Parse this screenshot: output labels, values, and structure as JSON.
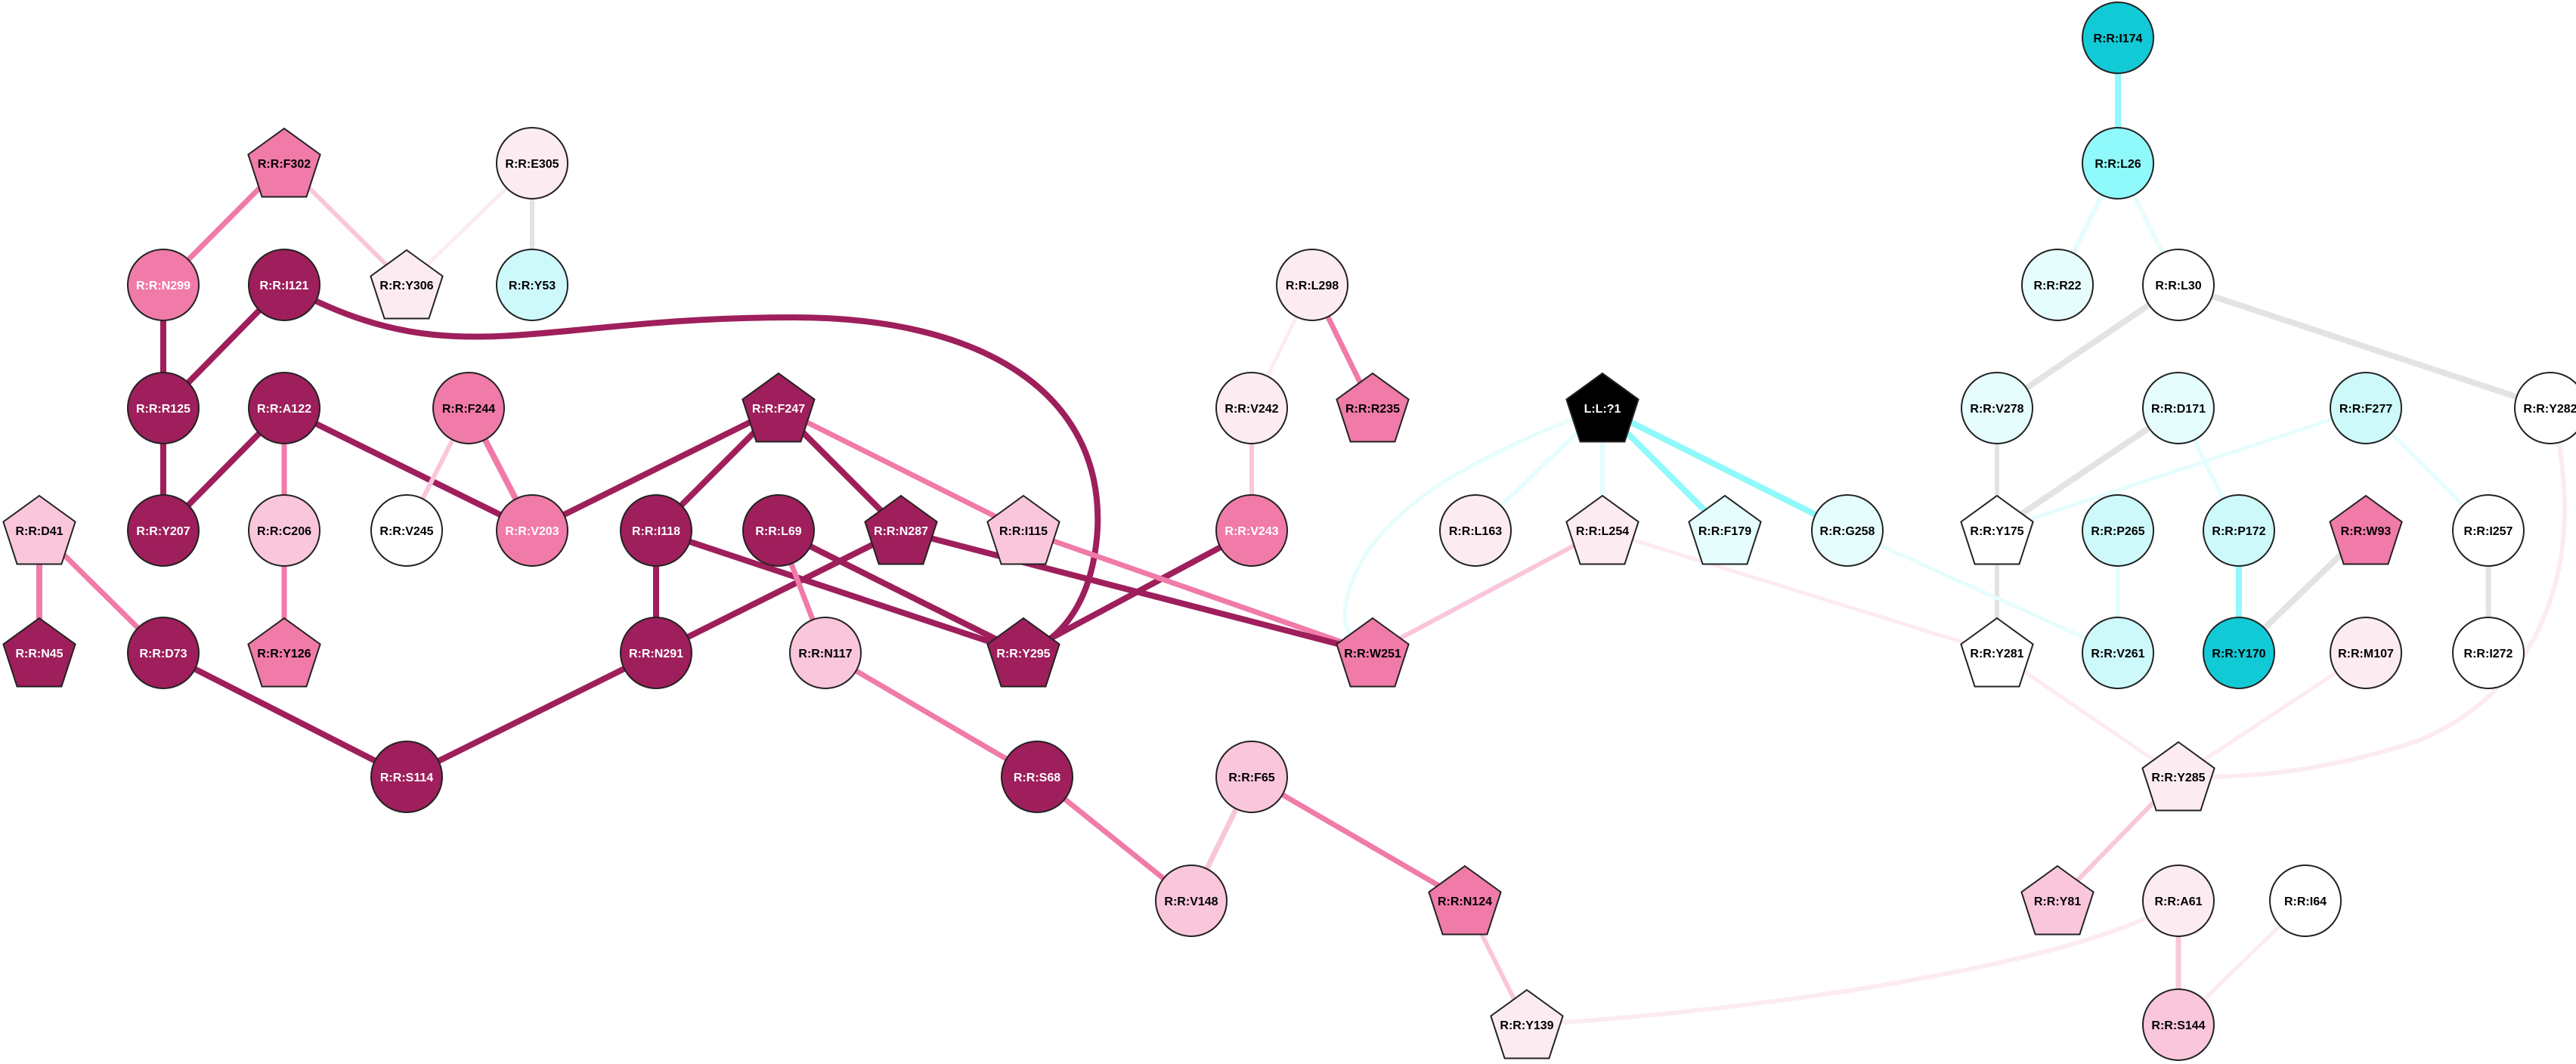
{
  "colors": {
    "magenta_dark": "#9e1f5b",
    "magenta_mid": "#f07aa8",
    "pink_light": "#f9c6db",
    "pink_pale": "#fdebf2",
    "white": "#ffffff",
    "cyan_pale": "#e6fdfd",
    "cyan_light": "#cdf9fb",
    "cyan_mid": "#8ff9fb",
    "cyan_dark": "#12c9d6",
    "black": "#000000",
    "edge_grey": "#e3e3e3"
  },
  "nodes": [
    {
      "id": "I174",
      "label": "R:R:I174",
      "shape": "circle",
      "color": "cyan_dark",
      "text": "black"
    },
    {
      "id": "L26",
      "label": "R:R:L26",
      "shape": "circle",
      "color": "cyan_mid",
      "text": "black"
    },
    {
      "id": "R22",
      "label": "R:R:R22",
      "shape": "circle",
      "color": "cyan_pale",
      "text": "black"
    },
    {
      "id": "L30",
      "label": "R:R:L30",
      "shape": "circle",
      "color": "white",
      "text": "black"
    },
    {
      "id": "V278",
      "label": "R:R:V278",
      "shape": "circle",
      "color": "cyan_pale",
      "text": "black"
    },
    {
      "id": "D171",
      "label": "R:R:D171",
      "shape": "circle",
      "color": "cyan_pale",
      "text": "black"
    },
    {
      "id": "F277",
      "label": "R:R:F277",
      "shape": "circle",
      "color": "cyan_light",
      "text": "black"
    },
    {
      "id": "Y282",
      "label": "R:R:Y282",
      "shape": "circle",
      "color": "white",
      "text": "black"
    },
    {
      "id": "Y175",
      "label": "R:R:Y175",
      "shape": "pentagon",
      "color": "white",
      "text": "black"
    },
    {
      "id": "P265",
      "label": "R:R:P265",
      "shape": "circle",
      "color": "cyan_light",
      "text": "black"
    },
    {
      "id": "P172",
      "label": "R:R:P172",
      "shape": "circle",
      "color": "cyan_light",
      "text": "black"
    },
    {
      "id": "W93",
      "label": "R:R:W93",
      "shape": "pentagon",
      "color": "magenta_mid",
      "text": "black"
    },
    {
      "id": "I257",
      "label": "R:R:I257",
      "shape": "circle",
      "color": "white",
      "text": "black"
    },
    {
      "id": "Y281",
      "label": "R:R:Y281",
      "shape": "pentagon",
      "color": "white",
      "text": "black"
    },
    {
      "id": "V261",
      "label": "R:R:V261",
      "shape": "circle",
      "color": "cyan_light",
      "text": "black"
    },
    {
      "id": "Y170",
      "label": "R:R:Y170",
      "shape": "circle",
      "color": "cyan_dark",
      "text": "black"
    },
    {
      "id": "M107",
      "label": "R:R:M107",
      "shape": "circle",
      "color": "pink_pale",
      "text": "black"
    },
    {
      "id": "I272",
      "label": "R:R:I272",
      "shape": "circle",
      "color": "white",
      "text": "black"
    },
    {
      "id": "Y285",
      "label": "R:R:Y285",
      "shape": "pentagon",
      "color": "pink_pale",
      "text": "black"
    },
    {
      "id": "Y81",
      "label": "R:R:Y81",
      "shape": "pentagon",
      "color": "pink_light",
      "text": "black"
    },
    {
      "id": "A61",
      "label": "R:R:A61",
      "shape": "circle",
      "color": "pink_pale",
      "text": "black"
    },
    {
      "id": "I64",
      "label": "R:R:I64",
      "shape": "circle",
      "color": "white",
      "text": "black"
    },
    {
      "id": "S144",
      "label": "R:R:S144",
      "shape": "circle",
      "color": "pink_light",
      "text": "black"
    },
    {
      "id": "L1",
      "label": "L:L:?1",
      "shape": "pentagon",
      "color": "black",
      "text": "white"
    },
    {
      "id": "L163",
      "label": "R:R:L163",
      "shape": "circle",
      "color": "pink_pale",
      "text": "black"
    },
    {
      "id": "L254",
      "label": "R:R:L254",
      "shape": "pentagon",
      "color": "pink_pale",
      "text": "black"
    },
    {
      "id": "F179",
      "label": "R:R:F179",
      "shape": "pentagon",
      "color": "cyan_pale",
      "text": "black"
    },
    {
      "id": "G258",
      "label": "R:R:G258",
      "shape": "circle",
      "color": "cyan_pale",
      "text": "black"
    },
    {
      "id": "L298",
      "label": "R:R:L298",
      "shape": "circle",
      "color": "pink_pale",
      "text": "black"
    },
    {
      "id": "V242",
      "label": "R:R:V242",
      "shape": "circle",
      "color": "pink_pale",
      "text": "black"
    },
    {
      "id": "R235",
      "label": "R:R:R235",
      "shape": "pentagon",
      "color": "magenta_mid",
      "text": "black"
    },
    {
      "id": "V243",
      "label": "R:R:V243",
      "shape": "circle",
      "color": "magenta_mid",
      "text": "white"
    },
    {
      "id": "W251",
      "label": "R:R:W251",
      "shape": "pentagon",
      "color": "magenta_mid",
      "text": "black"
    },
    {
      "id": "F65",
      "label": "R:R:F65",
      "shape": "circle",
      "color": "pink_light",
      "text": "black"
    },
    {
      "id": "V148",
      "label": "R:R:V148",
      "shape": "circle",
      "color": "pink_light",
      "text": "black"
    },
    {
      "id": "N124",
      "label": "R:R:N124",
      "shape": "pentagon",
      "color": "magenta_mid",
      "text": "black"
    },
    {
      "id": "Y139",
      "label": "R:R:Y139",
      "shape": "pentagon",
      "color": "pink_pale",
      "text": "black"
    },
    {
      "id": "F302",
      "label": "R:R:F302",
      "shape": "pentagon",
      "color": "magenta_mid",
      "text": "black"
    },
    {
      "id": "E305",
      "label": "R:R:E305",
      "shape": "circle",
      "color": "pink_pale",
      "text": "black"
    },
    {
      "id": "N299",
      "label": "R:R:N299",
      "shape": "circle",
      "color": "magenta_mid",
      "text": "white"
    },
    {
      "id": "I121",
      "label": "R:R:I121",
      "shape": "circle",
      "color": "magenta_dark",
      "text": "white"
    },
    {
      "id": "Y306",
      "label": "R:R:Y306",
      "shape": "pentagon",
      "color": "pink_pale",
      "text": "black"
    },
    {
      "id": "Y53",
      "label": "R:R:Y53",
      "shape": "circle",
      "color": "cyan_light",
      "text": "black"
    },
    {
      "id": "R125",
      "label": "R:R:R125",
      "shape": "circle",
      "color": "magenta_dark",
      "text": "white"
    },
    {
      "id": "A122",
      "label": "R:R:A122",
      "shape": "circle",
      "color": "magenta_dark",
      "text": "white"
    },
    {
      "id": "F244",
      "label": "R:R:F244",
      "shape": "circle",
      "color": "magenta_mid",
      "text": "black"
    },
    {
      "id": "F247",
      "label": "R:R:F247",
      "shape": "pentagon",
      "color": "magenta_dark",
      "text": "white"
    },
    {
      "id": "D41",
      "label": "R:R:D41",
      "shape": "pentagon",
      "color": "pink_light",
      "text": "black"
    },
    {
      "id": "Y207",
      "label": "R:R:Y207",
      "shape": "circle",
      "color": "magenta_dark",
      "text": "white"
    },
    {
      "id": "C206",
      "label": "R:R:C206",
      "shape": "circle",
      "color": "pink_light",
      "text": "black"
    },
    {
      "id": "V245",
      "label": "R:R:V245",
      "shape": "circle",
      "color": "white",
      "text": "black"
    },
    {
      "id": "V203",
      "label": "R:R:V203",
      "shape": "circle",
      "color": "magenta_mid",
      "text": "white"
    },
    {
      "id": "I118",
      "label": "R:R:I118",
      "shape": "circle",
      "color": "magenta_dark",
      "text": "white"
    },
    {
      "id": "L69",
      "label": "R:R:L69",
      "shape": "circle",
      "color": "magenta_dark",
      "text": "white"
    },
    {
      "id": "N287",
      "label": "R:R:N287",
      "shape": "pentagon",
      "color": "magenta_dark",
      "text": "white"
    },
    {
      "id": "I115",
      "label": "R:R:I115",
      "shape": "pentagon",
      "color": "pink_light",
      "text": "black"
    },
    {
      "id": "N45",
      "label": "R:R:N45",
      "shape": "pentagon",
      "color": "magenta_dark",
      "text": "white"
    },
    {
      "id": "D73",
      "label": "R:R:D73",
      "shape": "circle",
      "color": "magenta_dark",
      "text": "white"
    },
    {
      "id": "Y126",
      "label": "R:R:Y126",
      "shape": "pentagon",
      "color": "magenta_mid",
      "text": "black"
    },
    {
      "id": "N291",
      "label": "R:R:N291",
      "shape": "circle",
      "color": "magenta_dark",
      "text": "white"
    },
    {
      "id": "N117",
      "label": "R:R:N117",
      "shape": "circle",
      "color": "pink_light",
      "text": "black"
    },
    {
      "id": "Y295",
      "label": "R:R:Y295",
      "shape": "pentagon",
      "color": "magenta_dark",
      "text": "white"
    },
    {
      "id": "S114",
      "label": "R:R:S114",
      "shape": "circle",
      "color": "magenta_dark",
      "text": "white"
    },
    {
      "id": "S68",
      "label": "R:R:S68",
      "shape": "circle",
      "color": "magenta_dark",
      "text": "white"
    }
  ],
  "edges": [
    {
      "a": "I174",
      "b": "L26",
      "color": "cyan_mid",
      "w": 8
    },
    {
      "a": "L26",
      "b": "R22",
      "color": "cyan_pale",
      "w": 6
    },
    {
      "a": "L26",
      "b": "L30",
      "color": "cyan_pale",
      "w": 5
    },
    {
      "a": "L30",
      "b": "V278",
      "color": "edge_grey",
      "w": 8
    },
    {
      "a": "L30",
      "b": "Y282",
      "color": "edge_grey",
      "w": 8
    },
    {
      "a": "V278",
      "b": "Y175",
      "color": "edge_grey",
      "w": 6
    },
    {
      "a": "D171",
      "b": "Y175",
      "color": "edge_grey",
      "w": 8
    },
    {
      "a": "F277",
      "b": "Y175",
      "color": "cyan_pale",
      "w": 5
    },
    {
      "a": "F277",
      "b": "I257",
      "color": "cyan_pale",
      "w": 5
    },
    {
      "a": "D171",
      "b": "P172",
      "color": "cyan_pale",
      "w": 6
    },
    {
      "a": "P172",
      "b": "Y170",
      "color": "cyan_mid",
      "w": 8
    },
    {
      "a": "W93",
      "b": "Y170",
      "color": "edge_grey",
      "w": 8
    },
    {
      "a": "I257",
      "b": "I272",
      "color": "edge_grey",
      "w": 7
    },
    {
      "a": "Y175",
      "b": "Y281",
      "color": "edge_grey",
      "w": 6
    },
    {
      "a": "P265",
      "b": "V261",
      "color": "cyan_pale",
      "w": 6
    },
    {
      "a": "G258",
      "b": "V261",
      "color": "cyan_pale",
      "w": 5
    },
    {
      "a": "Y281",
      "b": "Y285",
      "color": "pink_pale",
      "w": 5
    },
    {
      "a": "M107",
      "b": "Y285",
      "color": "pink_pale",
      "w": 5
    },
    {
      "a": "Y285",
      "b": "Y81",
      "color": "pink_light",
      "w": 6
    },
    {
      "a": "A61",
      "b": "S144",
      "color": "pink_light",
      "w": 7
    },
    {
      "a": "I64",
      "b": "S144",
      "color": "pink_pale",
      "w": 5
    },
    {
      "a": "L1",
      "b": "L163",
      "color": "cyan_pale",
      "w": 6
    },
    {
      "a": "L1",
      "b": "L254",
      "color": "cyan_pale",
      "w": 7
    },
    {
      "a": "L1",
      "b": "F179",
      "color": "cyan_mid",
      "w": 8
    },
    {
      "a": "L1",
      "b": "G258",
      "color": "cyan_mid",
      "w": 8
    },
    {
      "a": "L254",
      "b": "W251",
      "color": "pink_light",
      "w": 6
    },
    {
      "a": "L254",
      "b": "Y281",
      "color": "pink_pale",
      "w": 5
    },
    {
      "a": "L298",
      "b": "V242",
      "color": "pink_pale",
      "w": 5
    },
    {
      "a": "L298",
      "b": "R235",
      "color": "magenta_mid",
      "w": 7
    },
    {
      "a": "V242",
      "b": "V243",
      "color": "pink_light",
      "w": 6
    },
    {
      "a": "V243",
      "b": "Y295",
      "color": "magenta_dark",
      "w": 8
    },
    {
      "a": "F65",
      "b": "V148",
      "color": "pink_light",
      "w": 7
    },
    {
      "a": "F65",
      "b": "N124",
      "color": "magenta_mid",
      "w": 7
    },
    {
      "a": "N124",
      "b": "Y139",
      "color": "pink_light",
      "w": 6
    },
    {
      "a": "F302",
      "b": "N299",
      "color": "magenta_mid",
      "w": 7
    },
    {
      "a": "F302",
      "b": "Y306",
      "color": "pink_light",
      "w": 6
    },
    {
      "a": "E305",
      "b": "Y306",
      "color": "pink_pale",
      "w": 5
    },
    {
      "a": "E305",
      "b": "Y53",
      "color": "edge_grey",
      "w": 6
    },
    {
      "a": "N299",
      "b": "R125",
      "color": "magenta_dark",
      "w": 8
    },
    {
      "a": "I121",
      "b": "R125",
      "color": "magenta_dark",
      "w": 8
    },
    {
      "a": "R125",
      "b": "Y207",
      "color": "magenta_dark",
      "w": 8
    },
    {
      "a": "A122",
      "b": "Y207",
      "color": "magenta_dark",
      "w": 8
    },
    {
      "a": "A122",
      "b": "C206",
      "color": "magenta_mid",
      "w": 7
    },
    {
      "a": "A122",
      "b": "V203",
      "color": "magenta_dark",
      "w": 8
    },
    {
      "a": "C206",
      "b": "Y126",
      "color": "magenta_mid",
      "w": 7
    },
    {
      "a": "F244",
      "b": "V245",
      "color": "pink_light",
      "w": 6
    },
    {
      "a": "F244",
      "b": "V203",
      "color": "magenta_mid",
      "w": 8
    },
    {
      "a": "F247",
      "b": "V203",
      "color": "magenta_dark",
      "w": 8
    },
    {
      "a": "F247",
      "b": "I118",
      "color": "magenta_dark",
      "w": 8
    },
    {
      "a": "F247",
      "b": "N287",
      "color": "magenta_dark",
      "w": 8
    },
    {
      "a": "F247",
      "b": "I115",
      "color": "magenta_mid",
      "w": 7
    },
    {
      "a": "I115",
      "b": "W251",
      "color": "magenta_mid",
      "w": 7
    },
    {
      "a": "N287",
      "b": "W251",
      "color": "magenta_dark",
      "w": 8
    },
    {
      "a": "N287",
      "b": "N291",
      "color": "magenta_dark",
      "w": 8
    },
    {
      "a": "I118",
      "b": "N291",
      "color": "magenta_dark",
      "w": 8
    },
    {
      "a": "I118",
      "b": "Y295",
      "color": "magenta_dark",
      "w": 8
    },
    {
      "a": "L69",
      "b": "Y295",
      "color": "magenta_dark",
      "w": 8
    },
    {
      "a": "L69",
      "b": "N117",
      "color": "magenta_mid",
      "w": 7
    },
    {
      "a": "N117",
      "b": "S68",
      "color": "magenta_mid",
      "w": 7
    },
    {
      "a": "S68",
      "b": "V148",
      "color": "magenta_mid",
      "w": 7
    },
    {
      "a": "D41",
      "b": "N45",
      "color": "magenta_mid",
      "w": 8
    },
    {
      "a": "D41",
      "b": "D73",
      "color": "magenta_mid",
      "w": 7
    },
    {
      "a": "D73",
      "b": "S114",
      "color": "magenta_dark",
      "w": 8
    },
    {
      "a": "S114",
      "b": "N291",
      "color": "magenta_dark",
      "w": 8
    }
  ],
  "curved_edges": [
    {
      "a": "I121",
      "b": "Y295",
      "color": "magenta_dark",
      "w": 8
    },
    {
      "a": "L1",
      "b": "W251",
      "color": "cyan_pale",
      "w": 5
    },
    {
      "a": "Y282",
      "b": "Y285",
      "color": "pink_pale",
      "w": 6
    },
    {
      "a": "Y139",
      "b": "A61",
      "color": "pink_pale",
      "w": 6
    }
  ]
}
